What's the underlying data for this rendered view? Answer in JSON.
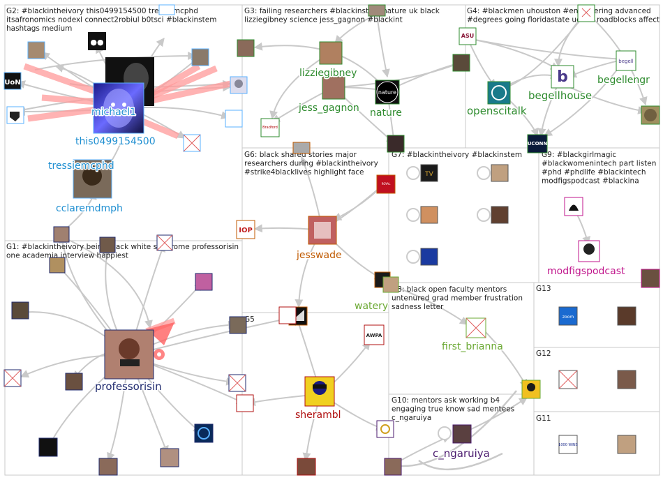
{
  "groups": [
    {
      "id": "G1",
      "text": [
        "G1: #blackintheivory being black white syndrome professorisin",
        "one academia interview happiest"
      ]
    },
    {
      "id": "G2",
      "text": [
        "G2: #blackintheivory this0499154500 tressiemcphd",
        "itsafronomics nodexl connect2robiul b0tsci #blackinstem",
        "hashtags medium"
      ]
    },
    {
      "id": "G3",
      "text": [
        "G3: failing researchers #blackinstem nature uk black",
        "lizziegibney science jess_gagnon #blackint"
      ]
    },
    {
      "id": "G4",
      "text": [
        "G4: #blackmen uhouston #engineering advanced",
        "#degrees going floridastate uconn roadblocks affect"
      ]
    },
    {
      "id": "G5",
      "text": [
        "G5"
      ]
    },
    {
      "id": "G6",
      "text": [
        "G6: black shared stories major",
        "researchers during #blackintheivory",
        "#strike4blacklives highlight face"
      ]
    },
    {
      "id": "G7",
      "text": [
        "G7: #blackintheivory #blackinstem"
      ]
    },
    {
      "id": "G8",
      "text": [
        "G8: black open faculty mentors",
        "untenured grad member frustration",
        "sadness letter"
      ]
    },
    {
      "id": "G9",
      "text": [
        "G9: #blackgirlmagic",
        "#blackwomenintech part listen",
        "#phd #phdlife #blackintech",
        "modfigspodcast #blackina"
      ]
    },
    {
      "id": "G10",
      "text": [
        "G10: mentors ask working b4",
        "engaging true know sad mentees",
        "c_ngaruiya"
      ]
    },
    {
      "id": "G11",
      "text": [
        "G11"
      ]
    },
    {
      "id": "G12",
      "text": [
        "G12"
      ]
    },
    {
      "id": "G13",
      "text": [
        "G13"
      ]
    }
  ],
  "labels": {
    "professorisin": "professorisin",
    "this0499154500": "this0499154500",
    "tressiemcphd": "tressiemcphd",
    "cclaremdmph": "cclaremdmph",
    "itsafronomics": "michael1",
    "lizziegibney": "lizziegibney",
    "jess_gagnon": "jess_gagnon",
    "nature": "nature",
    "openscitalk": "openscitalk",
    "begellhouse": "begellhouse",
    "begellengr": "begellengr",
    "jesswade": "jesswade",
    "wateryc": "watery",
    "first_brianna": "first_brianna",
    "modfigspodcast": "modfigspodcast",
    "sherambl": "sherambl",
    "c_ngaruiya": "c_ngaruiya"
  },
  "icons": {
    "iop": "IOP",
    "awpa": "AWPA",
    "uconn": "UCONN",
    "begell": "begell",
    "asu": "ASU",
    "zoom": "zoom",
    "nature": "nature",
    "royal": "THE ROYAL SOCIETY",
    "tv": "TV",
    "medium": "●●",
    "uon": "U O N",
    "wins": "1000 WINS"
  },
  "colors": {
    "g1": "#1f2a6e",
    "g2": "#1f8fd1",
    "g3": "#2e8b2e",
    "g4": "#2e8b2e",
    "g6": "#c05a00",
    "g8": "#6aa832",
    "g9": "#c0168c",
    "g5": "#b01010",
    "g10": "#4a1a6e",
    "edge": "#c9c9c9",
    "reciprocal": "#ff9a9a",
    "box": "#c8c8c8"
  }
}
